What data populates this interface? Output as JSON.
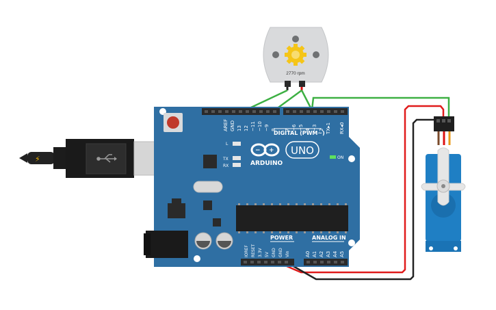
{
  "motor": {
    "rpm_label": "2770 rpm",
    "icon": "gear-icon",
    "gear_color": "#f5c518"
  },
  "board": {
    "logo_text": "ARDUINO",
    "model_text": "UNO",
    "aref": "AREF",
    "gnd": "GND",
    "digital_pins": [
      "13",
      "12",
      "~11",
      "~10",
      "~9",
      "8",
      "7",
      "~6",
      "~5",
      "4",
      "~3",
      "2",
      "TX▸1",
      "RX◂0"
    ],
    "digital_label": "DIGITAL (PWM~)",
    "led_l": "L",
    "led_tx": "TX",
    "led_rx": "RX",
    "on_label": "ON",
    "power_label": "POWER",
    "analog_label": "ANALOG IN",
    "power_pins": [
      "IOREF",
      "RESET",
      "3.3V",
      "5V",
      "GND",
      "GND",
      "Vin"
    ],
    "analog_pins": [
      "A0",
      "A1",
      "A2",
      "A3",
      "A4",
      "A5"
    ],
    "board_color": "#2f6fa3"
  },
  "usb": {
    "icon": "usb-icon"
  },
  "servo": {
    "color": "#1f7fc4"
  },
  "wires": {
    "signal_color": "#3db043",
    "power_color": "#e01b1b",
    "ground_color": "#222222"
  }
}
